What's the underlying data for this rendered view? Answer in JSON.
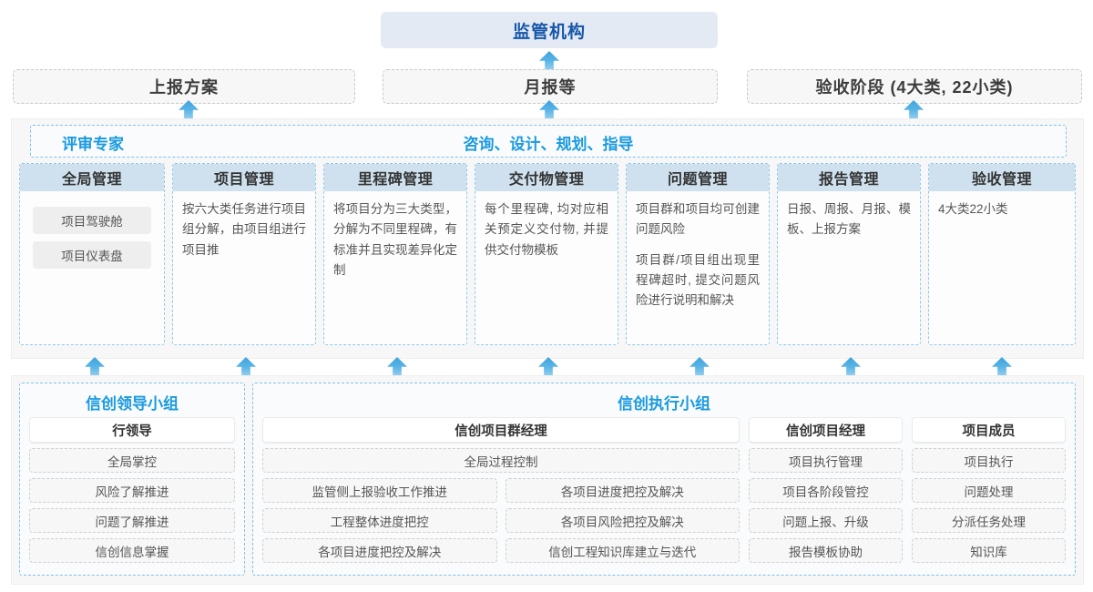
{
  "top": {
    "regulator": "监管机构",
    "reports": [
      {
        "label": "上报方案"
      },
      {
        "label": "月报等"
      },
      {
        "label": "验收阶段 (4大类, 22小类)"
      }
    ]
  },
  "middle": {
    "header_left": "评审专家",
    "header_center": "咨询、设计、规划、指导",
    "columns": [
      {
        "title": "全局管理",
        "paragraphs": [],
        "chips": [
          "项目驾驶舱",
          "项目仪表盘"
        ]
      },
      {
        "title": "项目管理",
        "paragraphs": [
          "按六大类任务进行项目组分解，由项目组进行项目推"
        ],
        "chips": []
      },
      {
        "title": "里程碑管理",
        "paragraphs": [
          "将项目分为三大类型，分解为不同里程碑，有标准并且实现差异化定制"
        ],
        "chips": []
      },
      {
        "title": "交付物管理",
        "paragraphs": [
          "每个里程碑, 均对应相关预定义交付物, 并提供交付物模板"
        ],
        "chips": []
      },
      {
        "title": "问题管理",
        "paragraphs": [
          "项目群和项目均可创建问题风险",
          "项目群/项目组出现里程碑超时, 提交问题风险进行说明和解决"
        ],
        "chips": []
      },
      {
        "title": "报告管理",
        "paragraphs": [
          "日报、周报、月报、模板、上报方案"
        ],
        "chips": []
      },
      {
        "title": "验收管理",
        "paragraphs": [
          "4大类22小类"
        ],
        "chips": []
      }
    ]
  },
  "bottom": {
    "groups": [
      {
        "title": "信创领导小组",
        "roles": [
          {
            "name": "行领导",
            "layout": "single",
            "items": [
              "全局掌控",
              "风险了解推进",
              "问题了解推进",
              "信创信息掌握"
            ]
          }
        ]
      },
      {
        "title": "信创执行小组",
        "roles": [
          {
            "name": "信创项目群经理",
            "layout": "wide",
            "full_item": "全局过程控制",
            "left_items": [
              "监管侧上报验收工作推进",
              "工程整体进度把控",
              "各项目进度把控及解决"
            ],
            "right_items": [
              "各项目进度把控及解决",
              "各项目风险把控及解决",
              "信创工程知识库建立与迭代"
            ]
          },
          {
            "name": "信创项目经理",
            "layout": "single",
            "items": [
              "项目执行管理",
              "项目各阶段管控",
              "问题上报、升级",
              "报告模板协助"
            ]
          },
          {
            "name": "项目成员",
            "layout": "single",
            "items": [
              "项目执行",
              "问题处理",
              "分派任务处理",
              "知识库"
            ]
          }
        ]
      }
    ]
  },
  "colors": {
    "accent_blue": "#1a9ae0",
    "title_blue": "#1657a8",
    "header_fill": "#cfe1ee",
    "regulator_fill": "#e4eaf4",
    "arrow": "#3fa3dd"
  }
}
